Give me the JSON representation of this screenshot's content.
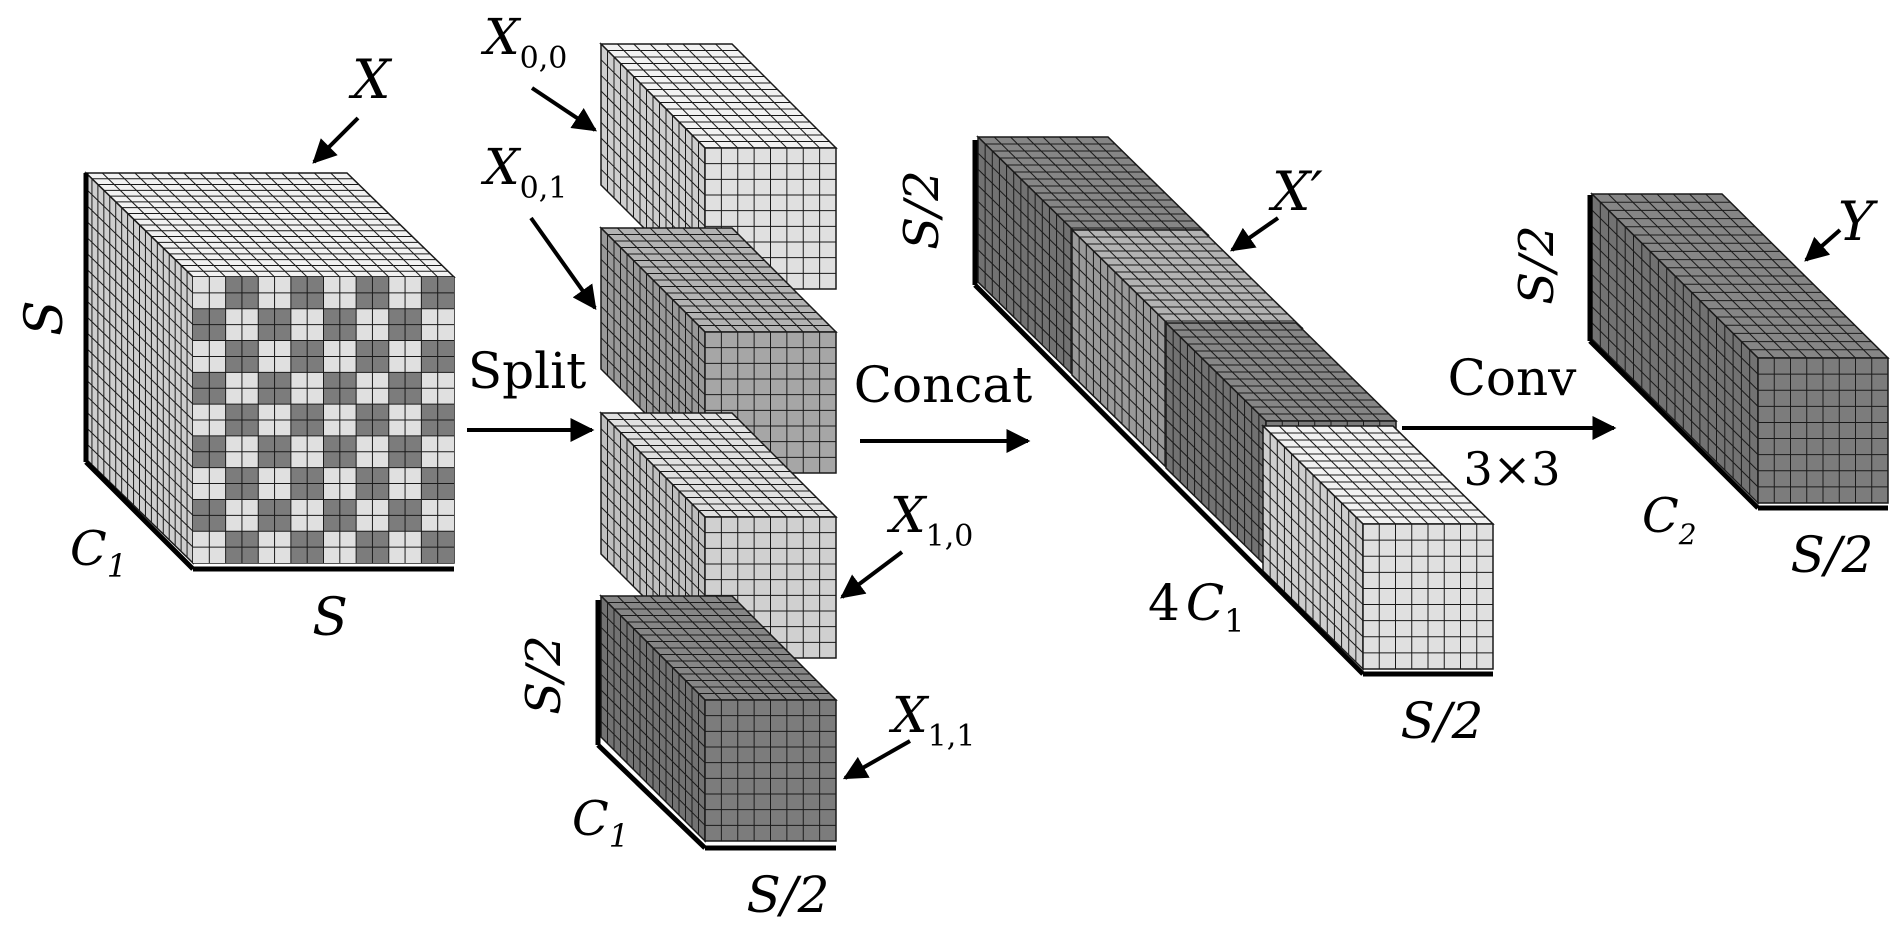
{
  "tensors": {
    "X": {
      "name": "X",
      "shade": "light-checker"
    },
    "X00": {
      "name": "X",
      "sub": "0,0",
      "shade": "#e0e0e0"
    },
    "X01": {
      "name": "X",
      "sub": "0,1",
      "shade": "#a6a6a6"
    },
    "X10": {
      "name": "X",
      "sub": "1,0",
      "shade": "#d0d0d0"
    },
    "X11": {
      "name": "X",
      "sub": "1,1",
      "shade": "#7c7c7c"
    },
    "Xp": {
      "name": "X′"
    },
    "Y": {
      "name": "Y",
      "shade": "#7c7c7c"
    }
  },
  "dims": {
    "S": "S",
    "S2": "S/2",
    "C1_sym": "C",
    "C1_sub": "1",
    "C2_sym": "C",
    "C2_sub": "2",
    "fourC1_coef": "4"
  },
  "ops": {
    "split": "Split",
    "concat": "Concat",
    "conv": "Conv",
    "conv_kernel": "3×3"
  },
  "colors": {
    "light": "#e0e0e0",
    "light_mid": "#d0d0d0",
    "mid": "#a6a6a6",
    "dark": "#7c7c7c",
    "stroke": "#1a1a1a"
  }
}
